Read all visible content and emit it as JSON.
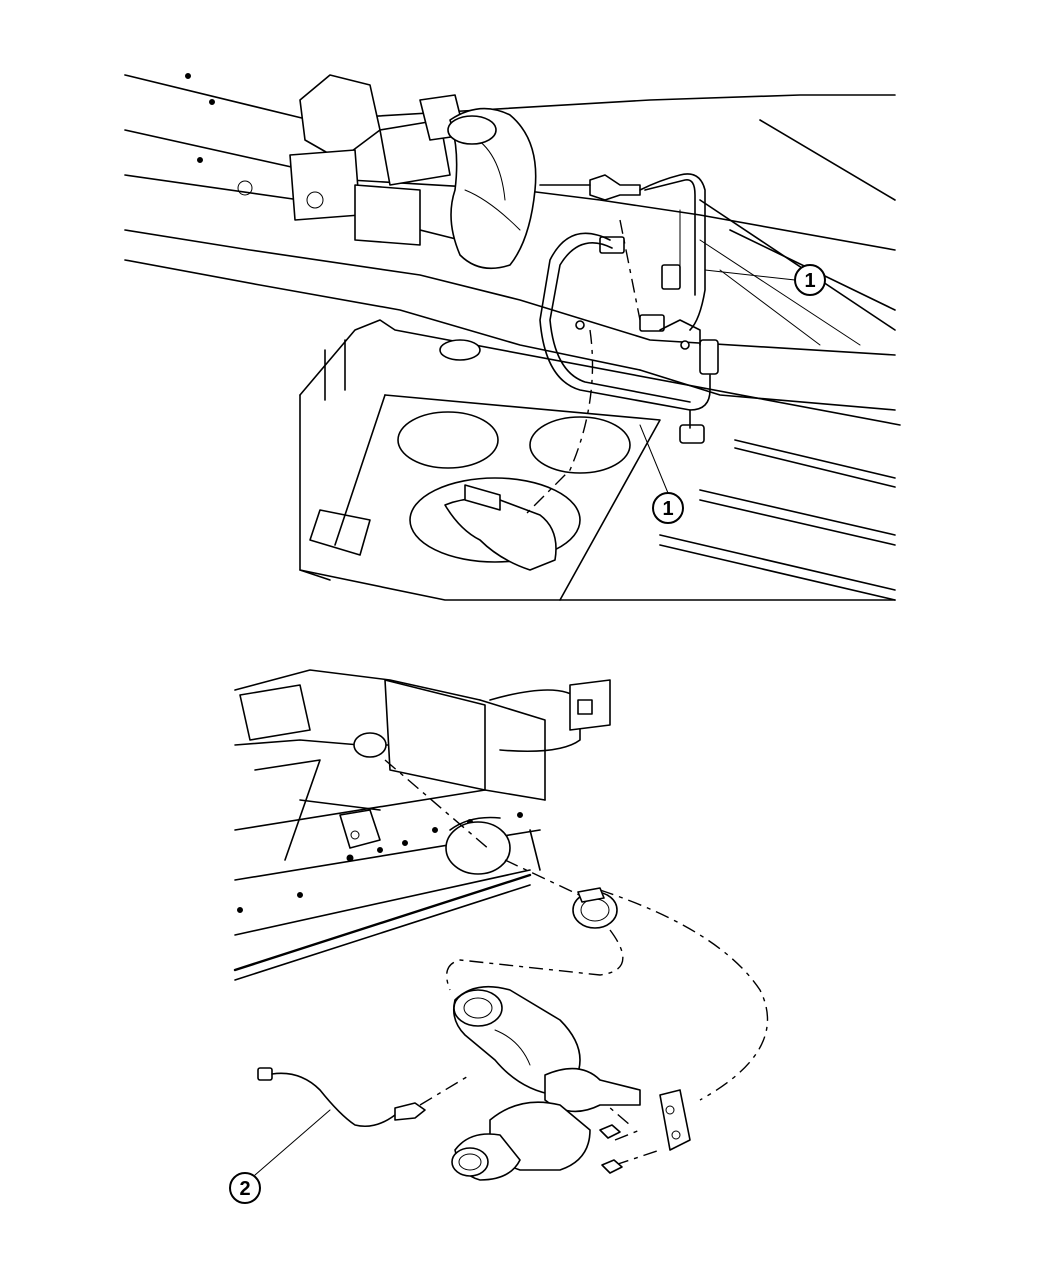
{
  "callouts": [
    {
      "id": "1a",
      "label": "1"
    },
    {
      "id": "1b",
      "label": "1"
    },
    {
      "id": "2",
      "label": "2"
    }
  ]
}
